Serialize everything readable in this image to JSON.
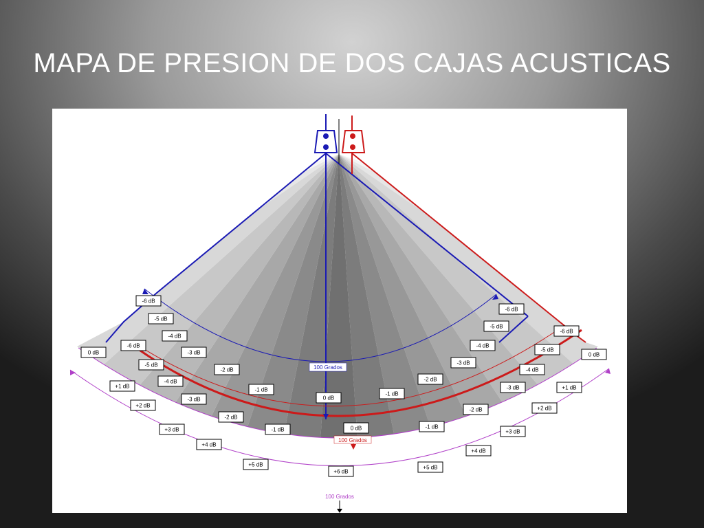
{
  "slide": {
    "title": "MAPA DE PRESION DE DOS CAJAS ACUSTICAS"
  },
  "diagram": {
    "colors": {
      "blue_speaker": "#1a1ab4",
      "red_speaker": "#cc1a1a",
      "combined_arc": "#b040c8"
    },
    "coverage_blue": "100 Grados",
    "coverage_red": "100 Grados",
    "coverage_combined": "100 Grados",
    "levels": [
      "-6 dB",
      "-5 dB",
      "-4 dB",
      "0 dB",
      "-6 dB",
      "-3 dB",
      "-5 dB",
      "-2 dB",
      "-4 dB",
      "-1 dB",
      "+1 dB",
      "-3 dB",
      "0 dB",
      "+2 dB",
      "-2 dB",
      "-1 dB",
      "+3 dB",
      "0 dB",
      "+4 dB",
      "+5 dB",
      "+6 dB",
      "-6 dB",
      "-5 dB",
      "-6 dB",
      "0 dB",
      "-4 dB",
      "-5 dB",
      "-3 dB",
      "-4 dB",
      "-2 dB",
      "-3 dB",
      "+1 dB",
      "-1 dB",
      "-2 dB",
      "+2 dB",
      "-1 dB",
      "+3 dB",
      "+4 dB",
      "+5 dB"
    ]
  }
}
